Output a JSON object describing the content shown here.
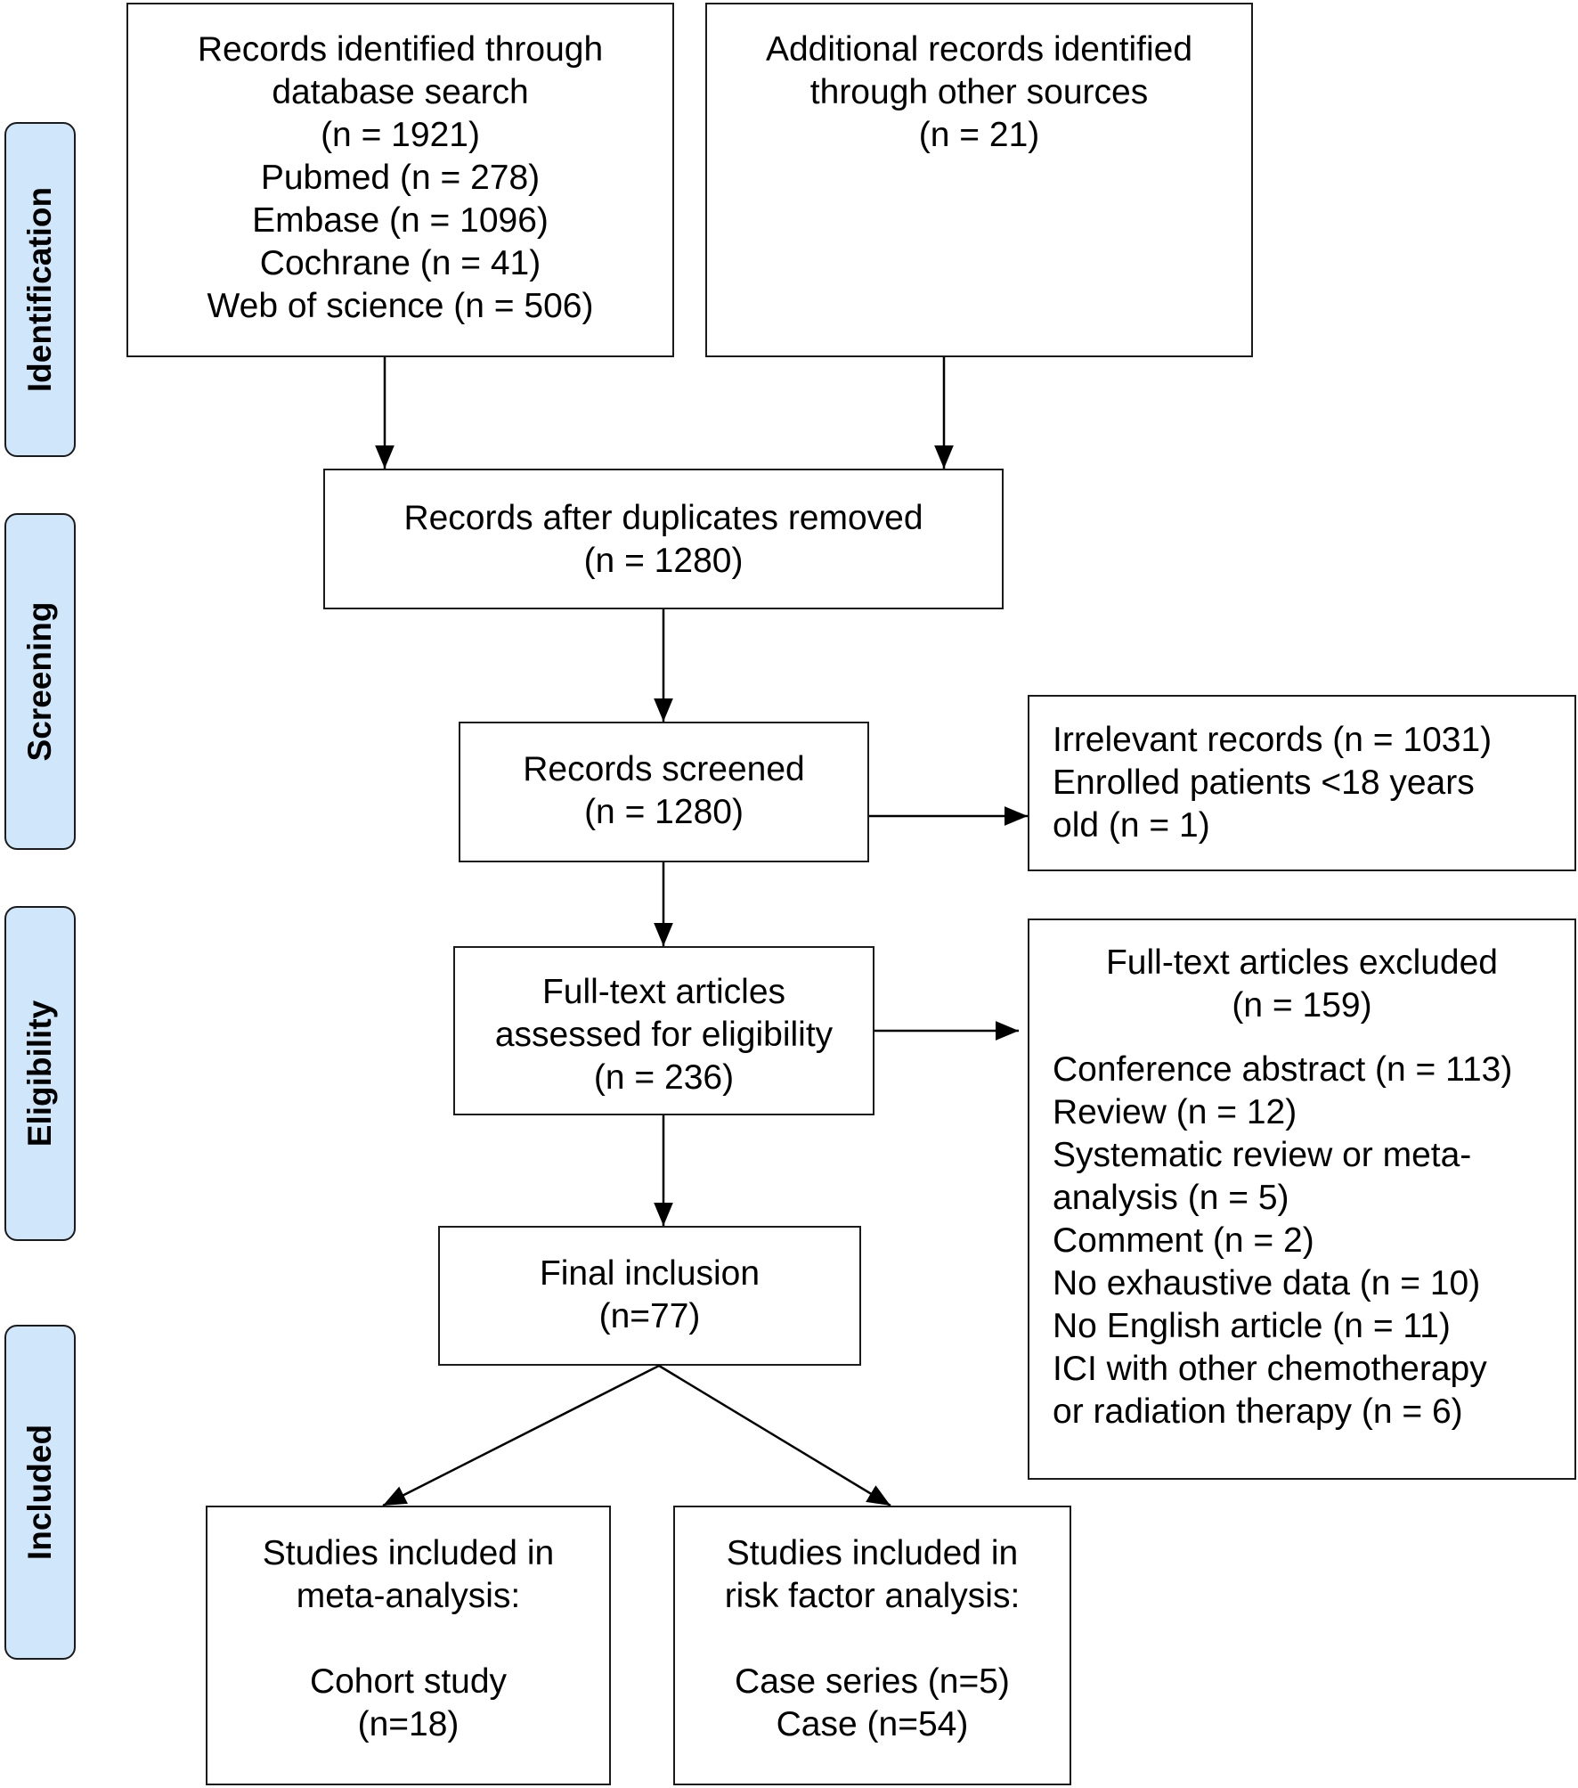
{
  "phases": [
    "Identification",
    "Screening",
    "Eligibility",
    "Included"
  ],
  "boxes": {
    "database": [
      "Records identified through",
      "database search",
      "(n = 1921)",
      "Pubmed (n = 278)",
      "Embase (n = 1096)",
      "Cochrane (n = 41)",
      "Web of science (n = 506)"
    ],
    "other_sources": [
      "Additional records identified",
      "through other sources",
      "(n = 21)"
    ],
    "duplicates_removed": [
      "Records after duplicates removed",
      "(n = 1280)"
    ],
    "screened": [
      "Records screened",
      "(n = 1280)"
    ],
    "screen_excluded": [
      "Irrelevant records (n = 1031)",
      "Enrolled patients <18 years",
      "old (n = 1)"
    ],
    "fulltext": [
      "Full-text articles",
      "assessed for eligibility",
      "(n = 236)"
    ],
    "fulltext_excluded_header": [
      "Full-text articles excluded",
      "(n = 159)"
    ],
    "fulltext_excluded_reasons": [
      "Conference abstract (n = 113)",
      "Review (n = 12)",
      "Systematic review or meta-",
      "analysis (n = 5)",
      "Comment (n = 2)",
      "No exhaustive data (n = 10)",
      "No English article (n = 11)",
      "ICI with other chemotherapy",
      "or radiation therapy (n = 6)"
    ],
    "final": [
      "Final inclusion",
      "(n=77)"
    ],
    "meta_analysis": [
      "Studies included in",
      "meta-analysis:",
      "",
      "Cohort study",
      "(n=18)"
    ],
    "risk_factor": [
      "Studies included in",
      "risk factor analysis:",
      "",
      "Case series (n=5)",
      "Case (n=54)"
    ]
  }
}
